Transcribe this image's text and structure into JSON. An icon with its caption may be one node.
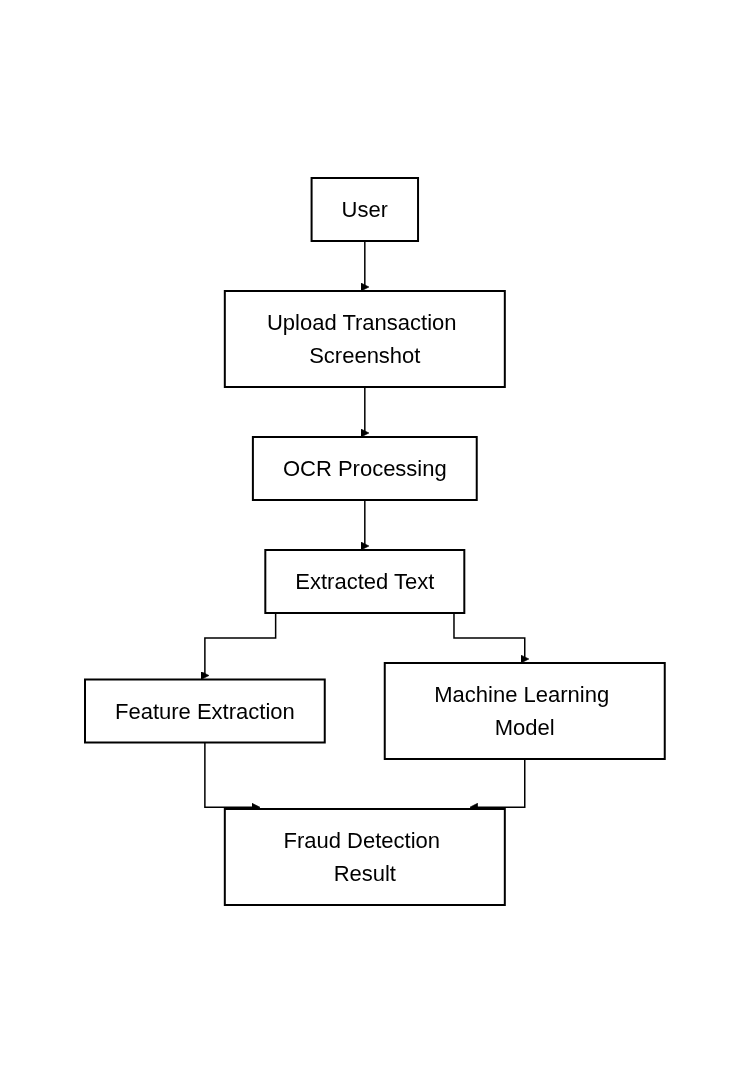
{
  "diagram": {
    "nodes": [
      {
        "text": [
          "User"
        ]
      },
      {
        "text": [
          "Upload Transaction Screenshot"
        ]
      },
      {
        "text": [
          "OCR Processing"
        ]
      },
      {
        "text": [
          "Extracted Text"
        ]
      },
      {
        "text": [
          "Feature Extraction"
        ]
      },
      {
        "text": [
          "Machine Learning Model"
        ]
      },
      {
        "text": [
          "Fraud Detection Result"
        ]
      }
    ],
    "edges": [
      {
        "from": 0,
        "to": 1,
        "arrow": "to"
      },
      {
        "from": 1,
        "to": 2,
        "arrow": "to"
      },
      {
        "from": 2,
        "to": 3,
        "arrow": "to"
      },
      {
        "from": 3,
        "to": 4,
        "arrow": "to"
      },
      {
        "from": 3,
        "to": 5,
        "arrow": "to"
      },
      {
        "from": 4,
        "to": 6,
        "arrow": "to"
      },
      {
        "from": 5,
        "to": 6,
        "arrow": "to"
      }
    ]
  }
}
